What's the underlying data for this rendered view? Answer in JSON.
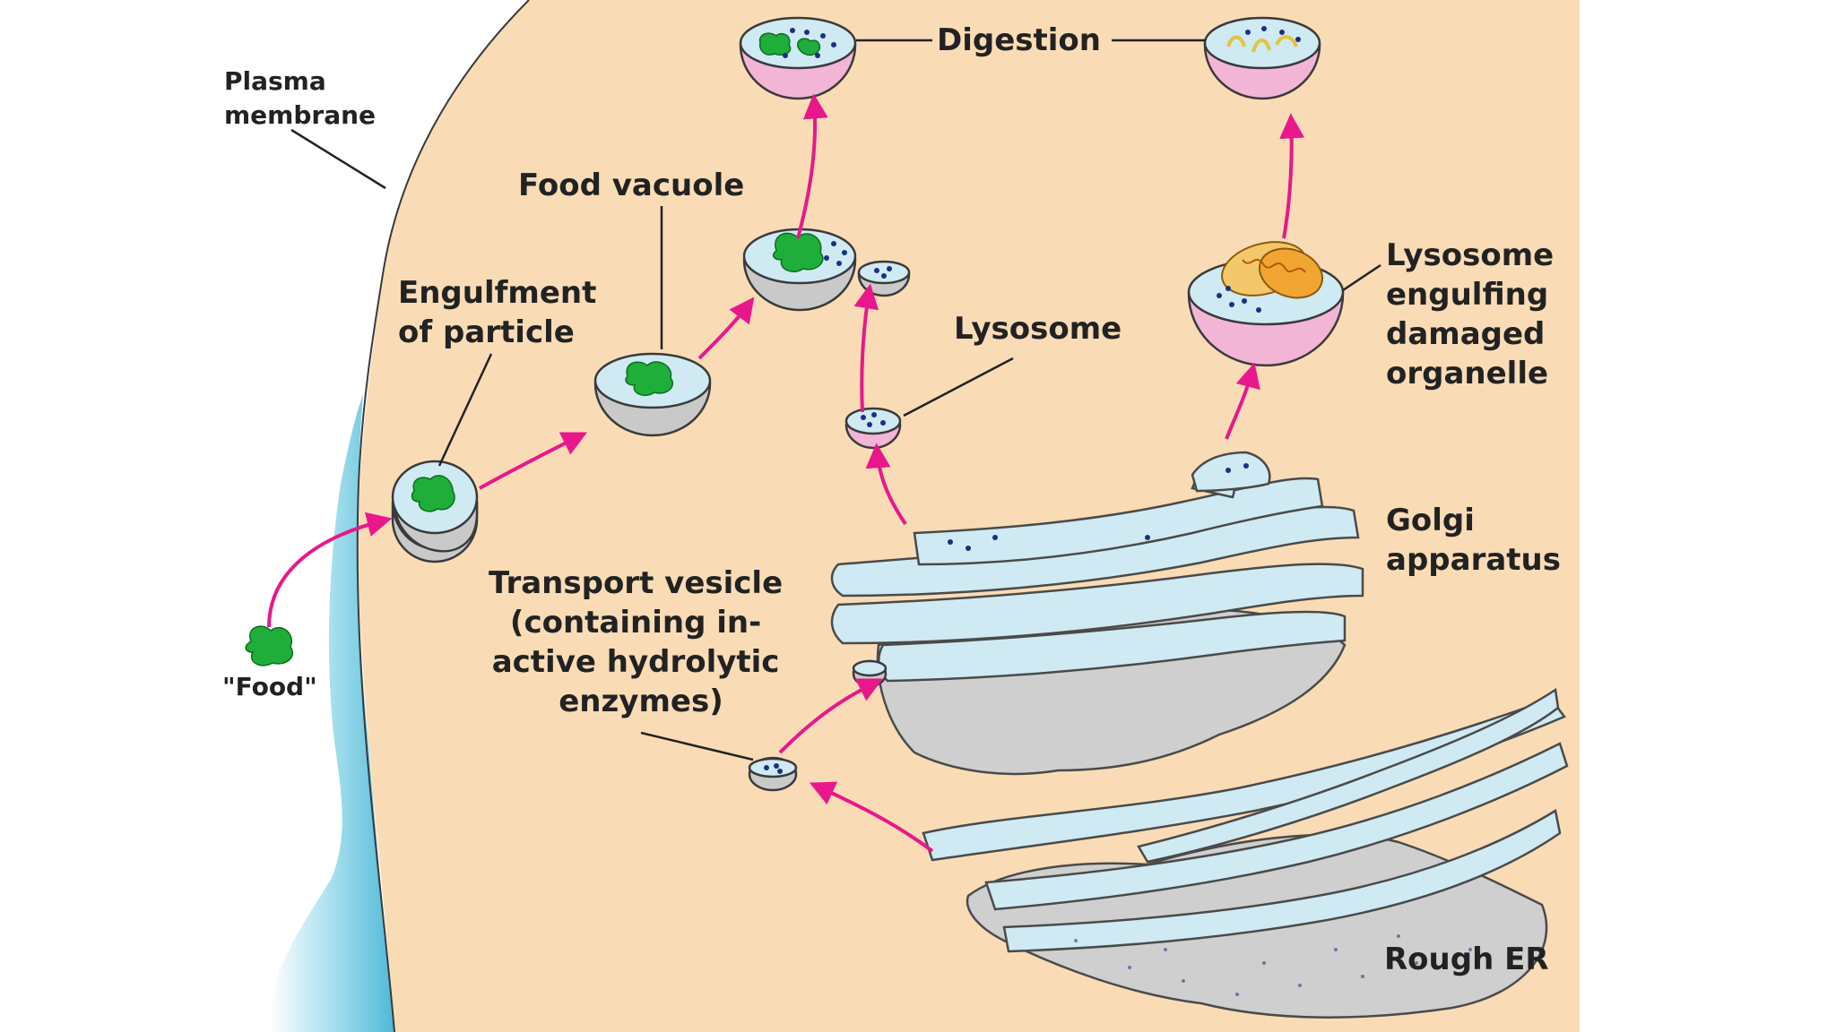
{
  "labels": {
    "plasma_membrane": [
      "Plasma",
      "membrane"
    ],
    "digestion": "Digestion",
    "food_vacuole": "Food vacuole",
    "engulfment": [
      "Engulfment",
      "of particle"
    ],
    "lysosome": "Lysosome",
    "lysosome_engulfing": [
      "Lysosome",
      "engulfing",
      "damaged",
      "organelle"
    ],
    "golgi": [
      "Golgi",
      "apparatus"
    ],
    "transport_vesicle": [
      "Transport vesicle",
      "(containing in-",
      "active hydrolytic",
      "enzymes)"
    ],
    "food": "\"Food\"",
    "rough_er": "Rough ER"
  },
  "colors": {
    "cytoplasm": "#f9dcb6",
    "membrane": "#8fd3e6",
    "arrow": "#e8188c",
    "food": "#1fae3a",
    "lysosome": "#f3b5d6"
  }
}
